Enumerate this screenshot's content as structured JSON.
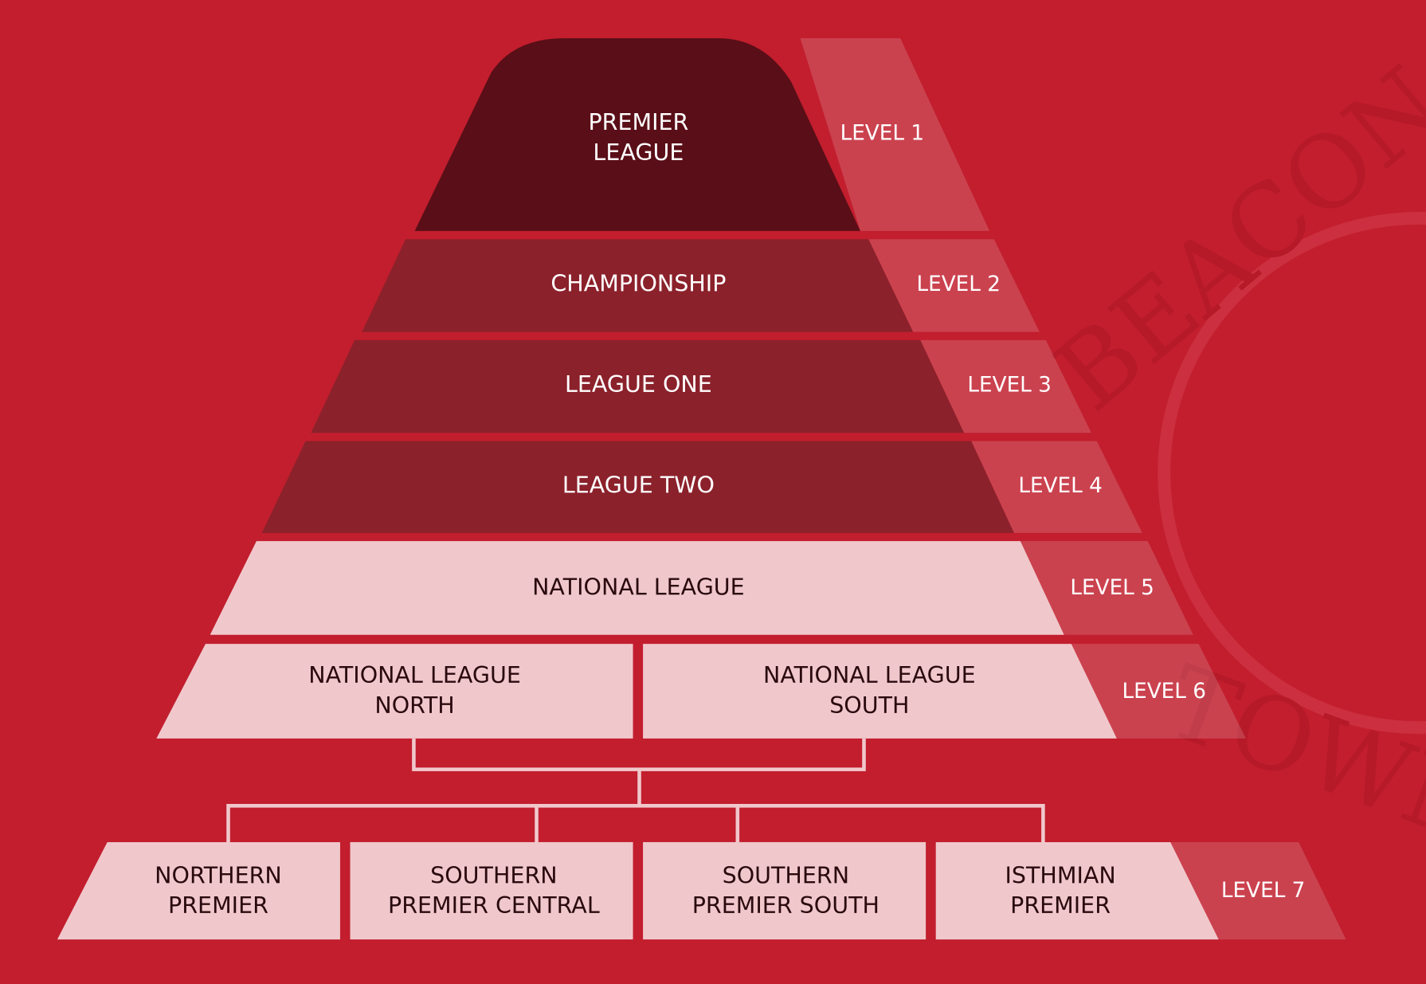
{
  "colors": {
    "background": "#c21e2e",
    "top": "#5a0e17",
    "upper": "#8b212b",
    "lower": "#f0c8cc"
  },
  "tiers": [
    {
      "lines": [
        "PREMIER",
        "LEAGUE"
      ],
      "level": "LEVEL 1"
    },
    {
      "lines": [
        "CHAMPIONSHIP"
      ],
      "level": "LEVEL 2"
    },
    {
      "lines": [
        "LEAGUE ONE"
      ],
      "level": "LEVEL 3"
    },
    {
      "lines": [
        "LEAGUE TWO"
      ],
      "level": "LEVEL 4"
    },
    {
      "lines": [
        "NATIONAL LEAGUE"
      ],
      "level": "LEVEL 5"
    },
    {
      "divisions": [
        {
          "lines": [
            "NATIONAL LEAGUE",
            "NORTH"
          ]
        },
        {
          "lines": [
            "NATIONAL LEAGUE",
            "SOUTH"
          ]
        }
      ],
      "level": "LEVEL 6"
    },
    {
      "divisions": [
        {
          "lines": [
            "NORTHERN",
            "PREMIER"
          ]
        },
        {
          "lines": [
            "SOUTHERN",
            "PREMIER CENTRAL"
          ]
        },
        {
          "lines": [
            "SOUTHERN",
            "PREMIER SOUTH"
          ]
        },
        {
          "lines": [
            "ISTHMIAN",
            "PREMIER"
          ]
        }
      ],
      "level": "LEVEL 7"
    }
  ],
  "watermark": {
    "text_top": "BEACON",
    "text_bottom": "TOWN"
  }
}
